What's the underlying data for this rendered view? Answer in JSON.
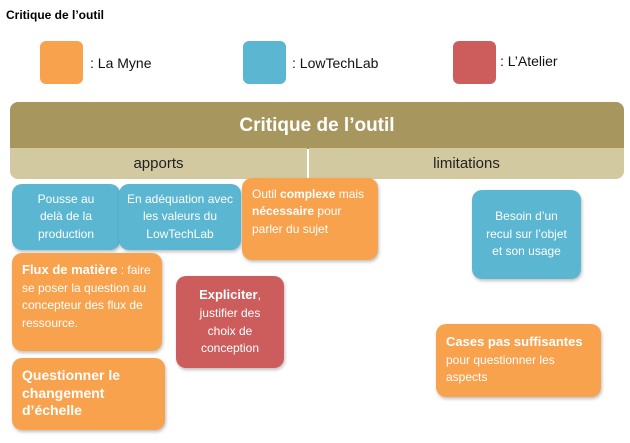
{
  "title": "Critique de l’outil",
  "legend": [
    {
      "label": ": La Myne",
      "color": "#f9a24e"
    },
    {
      "label": ": LowTechLab",
      "color": "#5ab6d1"
    },
    {
      "label": ": L’Atelier",
      "color": "#cd5c5c"
    }
  ],
  "header": "Critique de l’outil",
  "columns": {
    "left": "apports",
    "right": "limitations"
  },
  "cards": {
    "pousse": "Pousse au delà de la production",
    "adequation": "En adéquation avec les valeurs du LowTechLab",
    "outil": {
      "a": "Outil ",
      "b": "complexe",
      "c": " mais ",
      "d": "nécessaire",
      "e": " pour parler du sujet"
    },
    "besoin": "Besoin d’un recul sur l’objet et son usage",
    "flux": {
      "title": "Flux de matière",
      "rest": " : faire se poser la question au concepteur des flux de ressource."
    },
    "expliciter": {
      "title": "Expliciter",
      "rest": ", justifier des choix de conception"
    },
    "cases": {
      "title": "Cases pas suffisantes",
      "rest": "pour questionner les aspects"
    },
    "echelle": "Questionner le changement d’échelle"
  }
}
